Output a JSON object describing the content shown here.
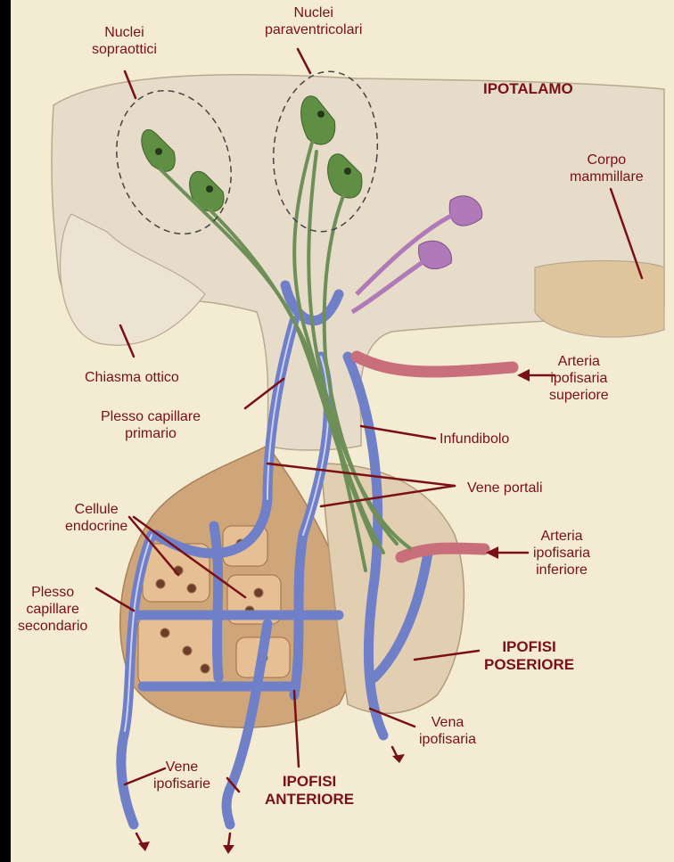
{
  "colors": {
    "background": "#f3ecd3",
    "label": "#7a1015",
    "vessel_blue": "#6f7fc8",
    "artery_red": "#c96f7c",
    "neuron_green": "#5f8f43",
    "neuron_purple": "#b07ab8",
    "tissue": "#c9a07a"
  },
  "labels": {
    "nuclei_sopraottici": [
      "Nuclei",
      "sopraottici"
    ],
    "nuclei_paraventricolari": [
      "Nuclei",
      "paraventricolari"
    ],
    "ipotalamo": "IPOTALAMO",
    "corpo_mammillare": [
      "Corpo",
      "mammillare"
    ],
    "chiasma_ottico": "Chiasma ottico",
    "arteria_ipofisaria_superiore": [
      "Arteria",
      "ipofisaria",
      "superiore"
    ],
    "plesso_capillare_primario": [
      "Plesso capillare",
      "primario"
    ],
    "infundibolo": "Infundibolo",
    "vene_portali": "Vene portali",
    "cellule_endocrine": [
      "Cellule",
      "endocrine"
    ],
    "arteria_ipofisaria_inferiore": [
      "Arteria",
      "ipofisaria",
      "inferiore"
    ],
    "plesso_capillare_secondario": [
      "Plesso",
      "capillare",
      "secondario"
    ],
    "ipofisi_poseriore": [
      "IPOFISI",
      "POSERIORE"
    ],
    "vena_ipofisaria": [
      "Vena",
      "ipofisaria"
    ],
    "vene_ipofisarie": [
      "Vene",
      "ipofisarie"
    ],
    "ipofisi_anteriore": [
      "IPOFISI",
      "ANTERIORE"
    ]
  }
}
